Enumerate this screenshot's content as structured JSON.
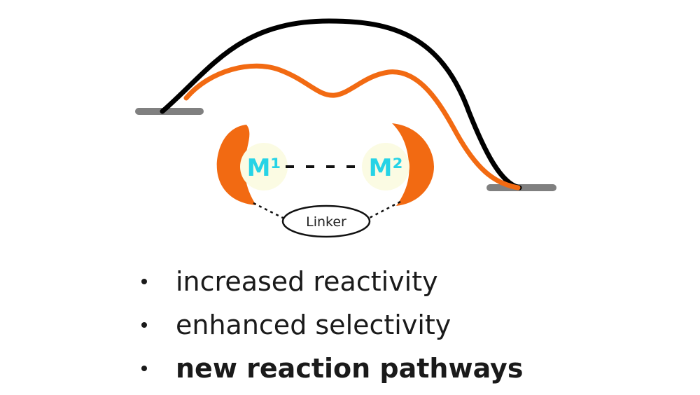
{
  "diagram": {
    "metal_1_label": "M¹",
    "metal_2_label": "M²",
    "linker_label": "Linker",
    "colors": {
      "uncatalyzed_curve": "#000000",
      "catalyzed_curve": "#f26a12",
      "energy_levels": "#808080",
      "metal_pocket": "#f26a12",
      "metal_glow": "#fbfbe3",
      "metal_label": "#26d3e6",
      "connector": "#111111"
    }
  },
  "bullets": [
    {
      "text": "increased reactivity",
      "bold": false
    },
    {
      "text": "enhanced selectivity",
      "bold": false
    },
    {
      "text": "new reaction pathways",
      "bold": true
    }
  ]
}
